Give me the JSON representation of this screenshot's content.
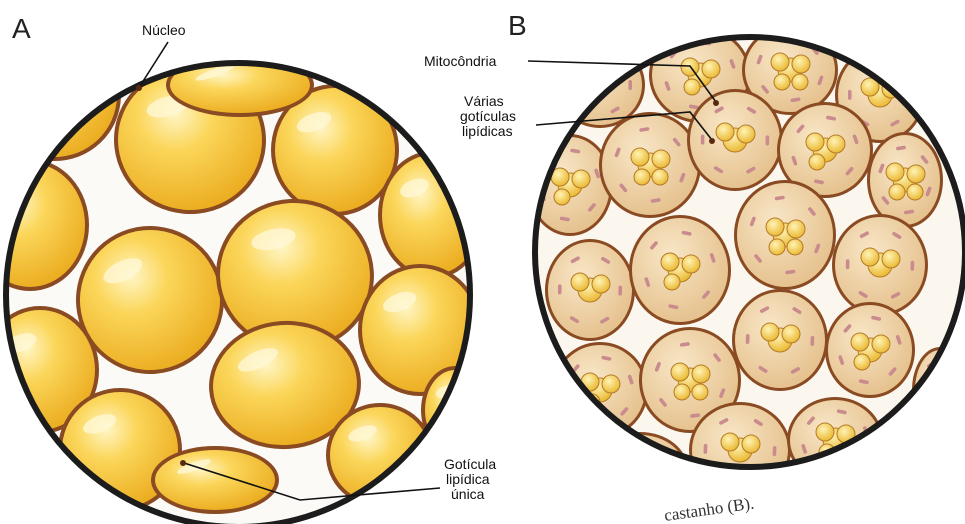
{
  "panel_a": {
    "letter": "A",
    "labels": {
      "nucleus": "Núcleo",
      "droplet_line1": "Gotícula",
      "droplet_line2": "lipídica",
      "droplet_line3": "única"
    }
  },
  "panel_b": {
    "letter": "B",
    "labels": {
      "mitochondria": "Mitocôndria",
      "droplets_line1": "Várias",
      "droplets_line2": "gotículas",
      "droplets_line3": "lipídicas"
    }
  },
  "caption_fragment": "castanho (B).",
  "colors": {
    "white_fat_fill": "#f6c62a",
    "white_fat_highlight": "#fff3b8",
    "cell_outline": "#8a4a22",
    "brown_cell_fill": "#f0d6ac",
    "brown_droplet_fill": "#f3cf4f",
    "mitochondria_fill": "#c98b8e",
    "circle_border": "#1c1c1c"
  }
}
